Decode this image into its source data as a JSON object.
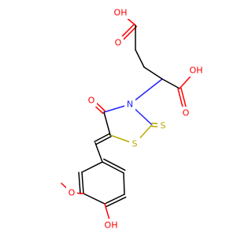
{
  "colors": {
    "carbon_bond": "#000000",
    "oxygen": "#ff0000",
    "sulfur": "#b8a800",
    "nitrogen": "#2020ff"
  },
  "atoms": {
    "oh_top": "OH",
    "o_top_carbonyl": "O",
    "oh_acid2": "OH",
    "o_acid2_carbonyl": "O",
    "o_ring_ketone": "O",
    "n_ring": "N",
    "s_thione": "S",
    "s_ring": "S",
    "o_methoxy": "O",
    "oh_phenol": "OH"
  }
}
